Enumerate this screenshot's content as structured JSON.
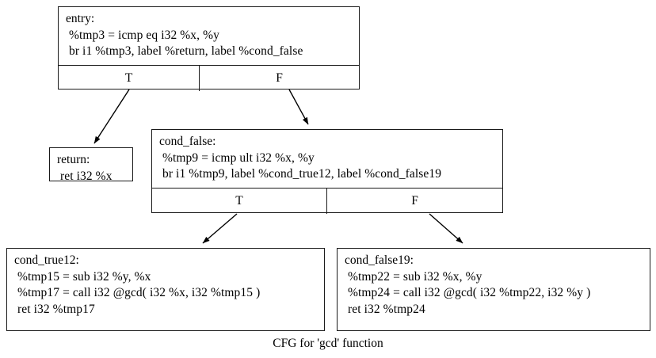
{
  "diagram": {
    "caption": "CFG for 'gcd' function",
    "background_color": "#ffffff",
    "line_color": "#1a1a1a",
    "text_color": "#000000"
  },
  "nodes": {
    "entry": {
      "title": "entry:",
      "lines": [
        " %tmp3 = icmp eq i32 %x, %y",
        " br i1 %tmp3, label %return, label %cond_false"
      ],
      "port_true": "T",
      "port_false": "F"
    },
    "return": {
      "title": "return:",
      "lines": [
        " ret i32 %x"
      ]
    },
    "cond_false": {
      "title": "cond_false:",
      "lines": [
        " %tmp9 = icmp ult i32 %x, %y",
        " br i1 %tmp9, label %cond_true12, label %cond_false19"
      ],
      "port_true": "T",
      "port_false": "F"
    },
    "cond_true12": {
      "title": "cond_true12:",
      "lines": [
        " %tmp15 = sub i32 %y, %x",
        " %tmp17 = call i32 @gcd( i32 %x, i32 %tmp15 )",
        " ret i32 %tmp17"
      ]
    },
    "cond_false19": {
      "title": "cond_false19:",
      "lines": [
        " %tmp22 = sub i32 %x, %y",
        " %tmp24 = call i32 @gcd( i32 %tmp22, i32 %y )",
        " ret i32 %tmp24"
      ]
    }
  },
  "edges": [
    {
      "from": "entry",
      "port": "T",
      "to": "return"
    },
    {
      "from": "entry",
      "port": "F",
      "to": "cond_false"
    },
    {
      "from": "cond_false",
      "port": "T",
      "to": "cond_true12"
    },
    {
      "from": "cond_false",
      "port": "F",
      "to": "cond_false19"
    }
  ]
}
